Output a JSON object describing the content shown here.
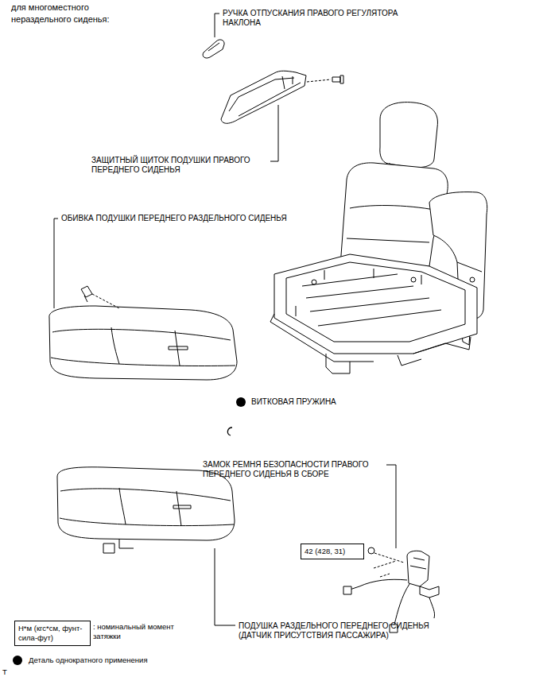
{
  "diagram": {
    "nodes": [
      {
        "text": [
          "42 (428, 31)"
        ]
      },
      {
        "text": [
          "Н*м (кгс*см, фунт-сила-фут)"
        ]
      }
    ],
    "labels": [
      "для многоместного нераздельного сиденья:",
      "РУЧКА ОТПУСКАНИЯ ПРАВОГО РЕГУЛЯТОРА НАКЛОНА",
      "ЗАЩИТНЫЙ ЩИТОК ПОДУШКИ ПРАВОГО ПЕРЕДНЕГО СИДЕНЬЯ",
      "ОБИВКА ПОДУШКИ ПЕРЕДНЕГО РАЗДЕЛЬНОГО СИДЕНЬЯ",
      "ВИТКОВАЯ ПРУЖИНА",
      "ЗАМОК РЕМНЯ БЕЗОПАСНОСТИ ПРАВОГО ПЕРЕДНЕГО СИДЕНЬЯ В СБОРЕ",
      "ПОДУШКА РАЗДЕЛЬНОГО ПЕРЕДНЕГО СИДЕНЬЯ (ДАТЧИК ПРИСУТСТВИЯ ПАССАЖИРА)",
      ": номинальный момент затяжки",
      "T"
    ],
    "legend": [
      {
        "text": "Деталь однократного применения"
      }
    ]
  }
}
